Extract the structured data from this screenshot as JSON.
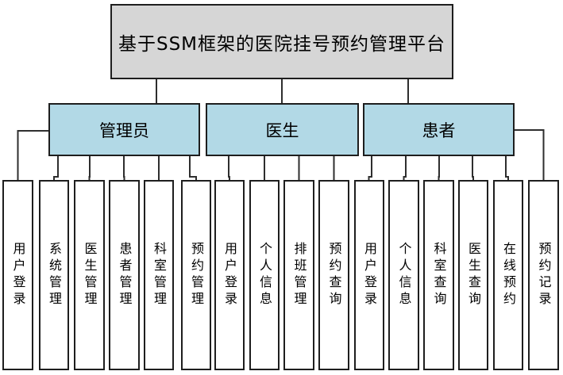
{
  "diagram": {
    "title": "基于SSM框架的医院挂号预约管理平台",
    "groups": [
      {
        "label": "管理员",
        "children": [
          "用户登录",
          "系统管理",
          "医生管理",
          "患者管理",
          "科室管理",
          "预约管理"
        ]
      },
      {
        "label": "医生",
        "children": [
          "用户登录",
          "个人信息",
          "排班管理",
          "预约查询"
        ]
      },
      {
        "label": "患者",
        "children": [
          "用户登录",
          "个人信息",
          "科室查询",
          "医生查询",
          "在线预约",
          "预约记录"
        ]
      }
    ],
    "colors": {
      "root_fill": "#d6d6d6",
      "group_fill": "#b2d9e6",
      "leaf_fill": "#ffffff",
      "border": "#1e1e1e",
      "connector": "#2e2e2e"
    }
  }
}
